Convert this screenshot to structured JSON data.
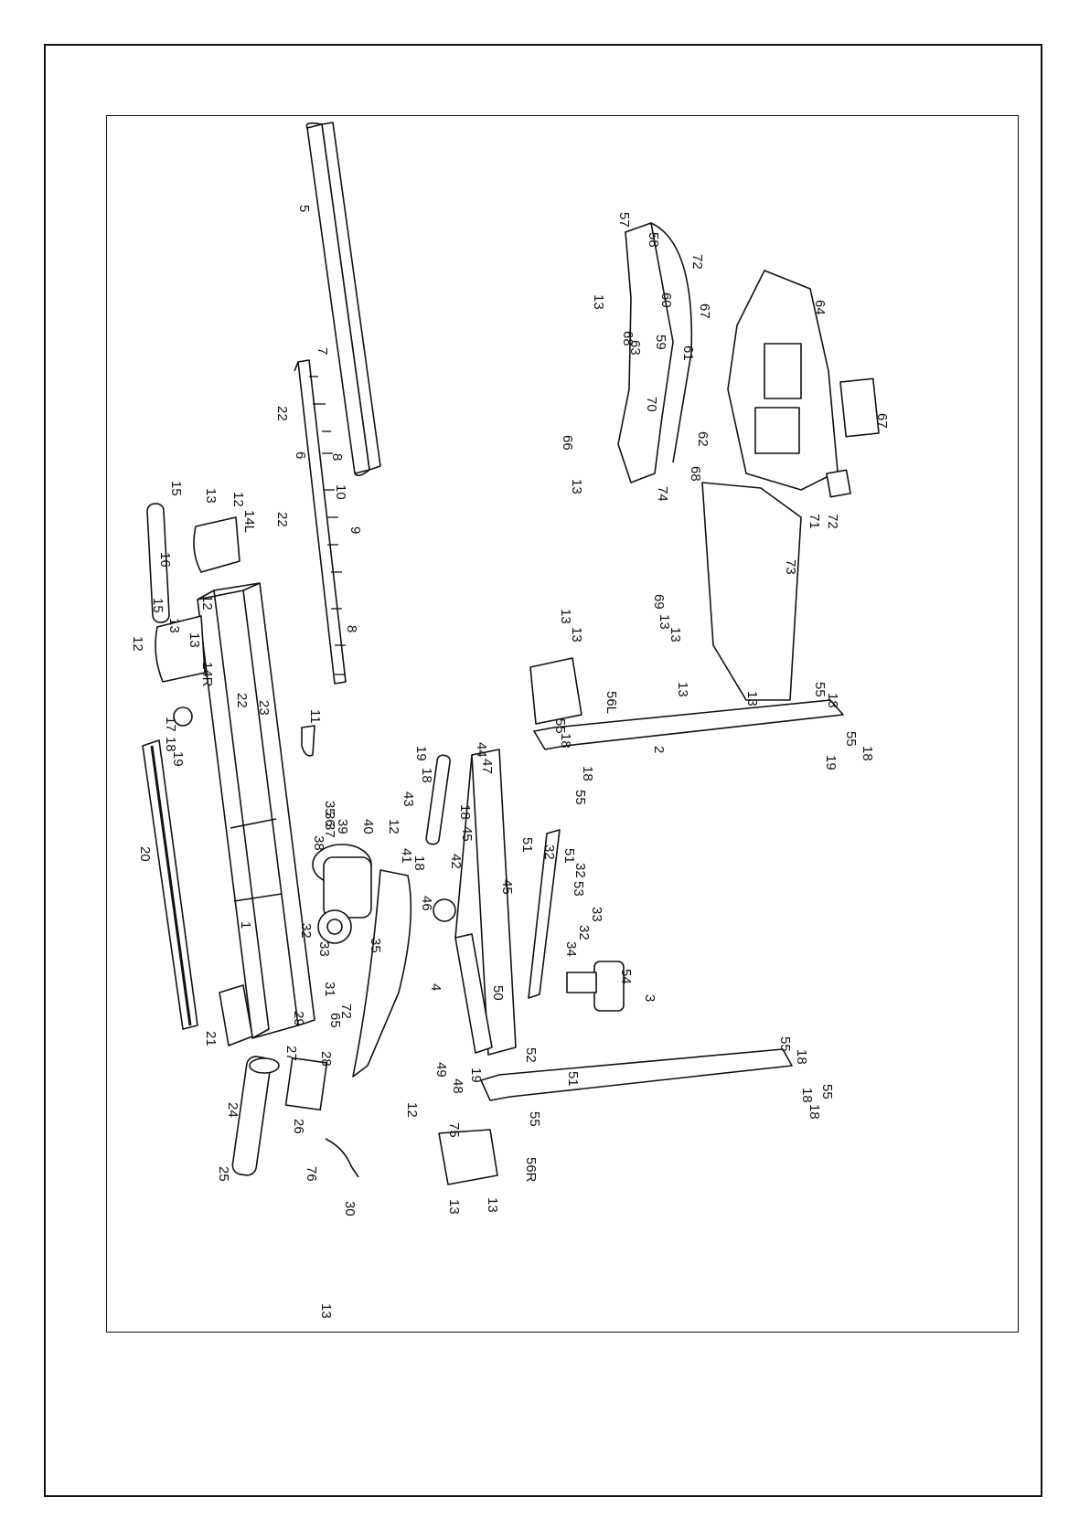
{
  "diagram": {
    "callouts": [
      {
        "label": "5"
      },
      {
        "label": "7"
      },
      {
        "label": "22"
      },
      {
        "label": "6"
      },
      {
        "label": "8"
      },
      {
        "label": "10"
      },
      {
        "label": "9"
      },
      {
        "label": "22"
      },
      {
        "label": "8"
      },
      {
        "label": "11"
      },
      {
        "label": "15"
      },
      {
        "label": "16"
      },
      {
        "label": "15"
      },
      {
        "label": "12"
      },
      {
        "label": "13"
      },
      {
        "label": "13"
      },
      {
        "label": "12"
      },
      {
        "label": "14L"
      },
      {
        "label": "12"
      },
      {
        "label": "14R"
      },
      {
        "label": "13"
      },
      {
        "label": "22"
      },
      {
        "label": "23"
      },
      {
        "label": "17"
      },
      {
        "label": "18"
      },
      {
        "label": "19"
      },
      {
        "label": "20"
      },
      {
        "label": "1"
      },
      {
        "label": "35"
      },
      {
        "label": "36"
      },
      {
        "label": "37"
      },
      {
        "label": "38"
      },
      {
        "label": "39"
      },
      {
        "label": "40"
      },
      {
        "label": "12"
      },
      {
        "label": "41"
      },
      {
        "label": "32"
      },
      {
        "label": "33"
      },
      {
        "label": "35"
      },
      {
        "label": "31"
      },
      {
        "label": "29"
      },
      {
        "label": "65"
      },
      {
        "label": "72"
      },
      {
        "label": "27"
      },
      {
        "label": "28"
      },
      {
        "label": "21"
      },
      {
        "label": "24"
      },
      {
        "label": "25"
      },
      {
        "label": "26"
      },
      {
        "label": "76"
      },
      {
        "label": "30"
      },
      {
        "label": "12"
      },
      {
        "label": "19"
      },
      {
        "label": "18"
      },
      {
        "label": "43"
      },
      {
        "label": "18"
      },
      {
        "label": "42"
      },
      {
        "label": "44"
      },
      {
        "label": "47"
      },
      {
        "label": "18"
      },
      {
        "label": "45"
      },
      {
        "label": "46"
      },
      {
        "label": "45"
      },
      {
        "label": "4"
      },
      {
        "label": "50"
      },
      {
        "label": "49"
      },
      {
        "label": "48"
      },
      {
        "label": "19"
      },
      {
        "label": "75"
      },
      {
        "label": "56R"
      },
      {
        "label": "13"
      },
      {
        "label": "13"
      },
      {
        "label": "56L"
      },
      {
        "label": "13"
      },
      {
        "label": "13"
      },
      {
        "label": "2"
      },
      {
        "label": "55"
      },
      {
        "label": "18"
      },
      {
        "label": "18"
      },
      {
        "label": "55"
      },
      {
        "label": "55"
      },
      {
        "label": "18"
      },
      {
        "label": "55"
      },
      {
        "label": "18"
      },
      {
        "label": "19"
      },
      {
        "label": "51"
      },
      {
        "label": "32"
      },
      {
        "label": "51"
      },
      {
        "label": "32"
      },
      {
        "label": "53"
      },
      {
        "label": "33"
      },
      {
        "label": "32"
      },
      {
        "label": "34"
      },
      {
        "label": "54"
      },
      {
        "label": "52"
      },
      {
        "label": "51"
      },
      {
        "label": "3"
      },
      {
        "label": "55"
      },
      {
        "label": "18"
      },
      {
        "label": "18"
      },
      {
        "label": "55"
      },
      {
        "label": "18"
      },
      {
        "label": "55"
      },
      {
        "label": "57"
      },
      {
        "label": "58"
      },
      {
        "label": "13"
      },
      {
        "label": "72"
      },
      {
        "label": "60"
      },
      {
        "label": "67"
      },
      {
        "label": "68"
      },
      {
        "label": "63"
      },
      {
        "label": "59"
      },
      {
        "label": "61"
      },
      {
        "label": "64"
      },
      {
        "label": "70"
      },
      {
        "label": "62"
      },
      {
        "label": "66"
      },
      {
        "label": "13"
      },
      {
        "label": "74"
      },
      {
        "label": "68"
      },
      {
        "label": "67"
      },
      {
        "label": "71"
      },
      {
        "label": "72"
      },
      {
        "label": "73"
      },
      {
        "label": "69"
      },
      {
        "label": "13"
      },
      {
        "label": "13"
      },
      {
        "label": "13"
      },
      {
        "label": "13"
      },
      {
        "label": "13"
      }
    ]
  }
}
